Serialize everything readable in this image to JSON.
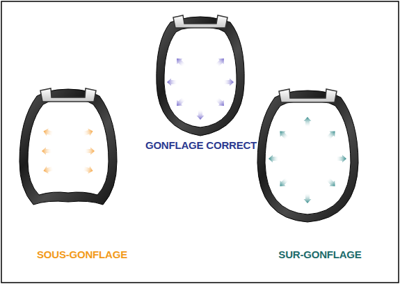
{
  "diagram": {
    "labels": [
      "GONFLAGE CORRECT",
      "SOUS-GONFLAGE",
      "SUR-GONFLAGE"
    ]
  }
}
